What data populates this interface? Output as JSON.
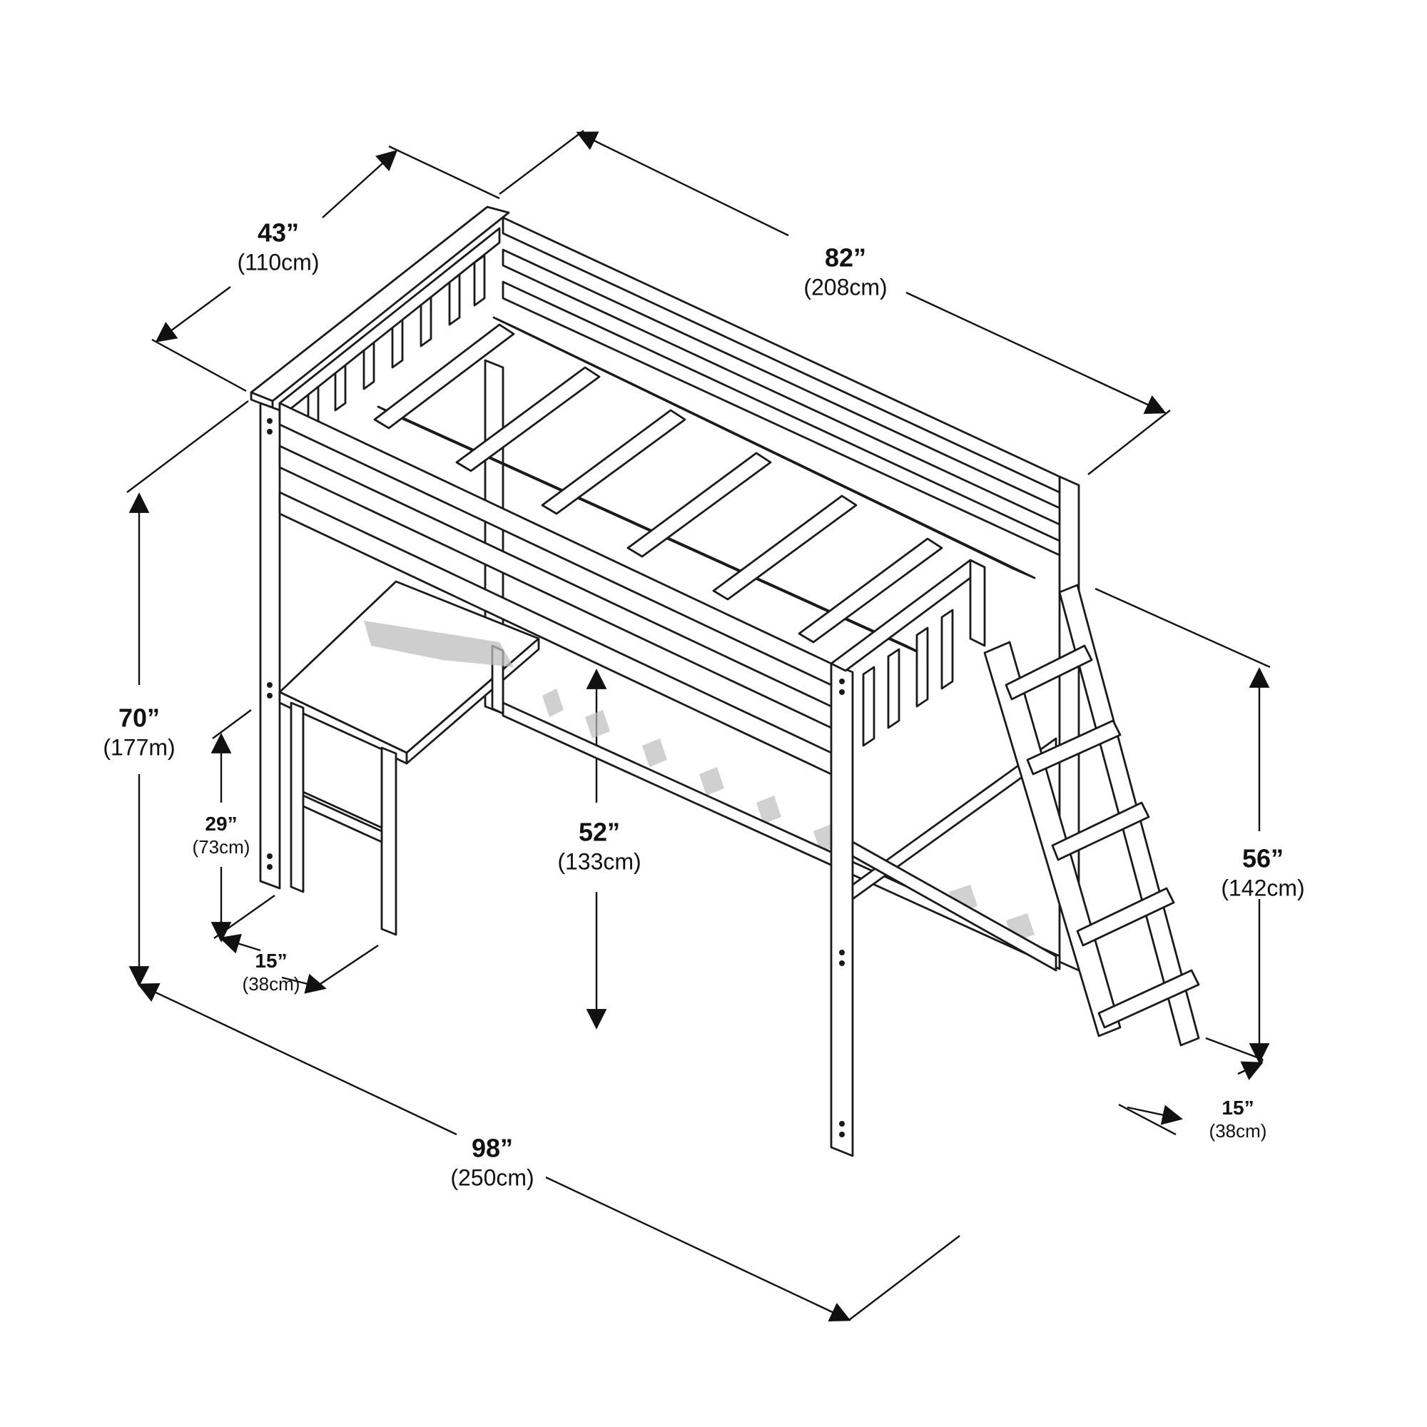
{
  "dimensions": {
    "width": {
      "imperial": "43”",
      "metric": "(110cm)"
    },
    "bed_length": {
      "imperial": "82”",
      "metric": "(208cm)"
    },
    "total_height": {
      "imperial": "70”",
      "metric": "(177m)"
    },
    "desk_height": {
      "imperial": "29”",
      "metric": "(73cm)"
    },
    "under_bed": {
      "imperial": "52”",
      "metric": "(133cm)"
    },
    "ladder_height": {
      "imperial": "56”",
      "metric": "(142cm)"
    },
    "desk_depth": {
      "imperial": "15”",
      "metric": "(38cm)"
    },
    "ladder_depth": {
      "imperial": "15”",
      "metric": "(38cm)"
    },
    "total_length": {
      "imperial": "98”",
      "metric": "(250cm)"
    }
  },
  "colors": {
    "line": "#1a1a1a",
    "fill": "#ffffff",
    "shadow": "#bdbdbd"
  }
}
